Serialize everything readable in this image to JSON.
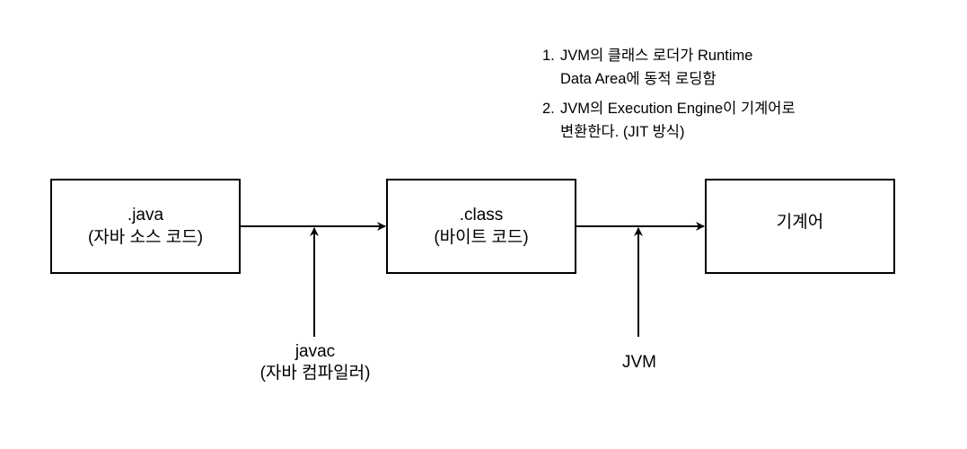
{
  "boxes": [
    {
      "title": ".java",
      "subtitle": "(자바 소스 코드)"
    },
    {
      "title": ".class",
      "subtitle": "(바이트 코드)"
    },
    {
      "title": "기계어"
    }
  ],
  "labels": {
    "javac": {
      "title": "javac",
      "subtitle": "(자바 컴파일러)"
    },
    "jvm": {
      "title": "JVM"
    }
  },
  "notes": [
    {
      "num": "1.",
      "line1": "JVM의 클래스 로더가 Runtime",
      "line2": "Data Area에 동적 로딩함"
    },
    {
      "num": "2.",
      "line1": "JVM의 Execution Engine이 기계어로",
      "line2": "변환한다. (JIT 방식)"
    }
  ]
}
